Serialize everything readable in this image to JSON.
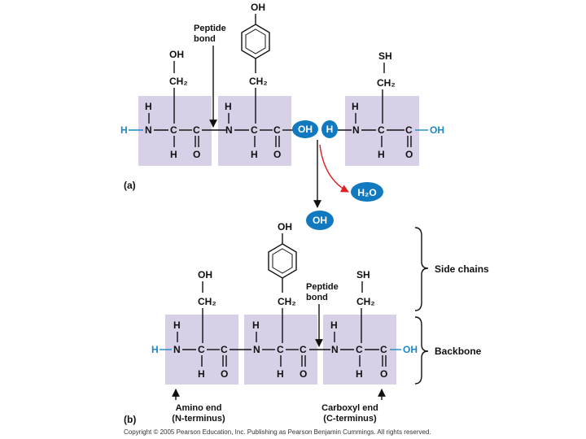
{
  "labels": {
    "part_a": "(a)",
    "part_b": "(b)",
    "peptide_bond_a": [
      "Peptide",
      "bond"
    ],
    "peptide_bond_b": [
      "Peptide",
      "bond"
    ],
    "side_chains": "Side chains",
    "backbone": "Backbone",
    "amino_end": [
      "Amino end",
      "(N-terminus)"
    ],
    "carboxyl_end": [
      "Carboxyl end",
      "(C-terminus)"
    ],
    "water": "H₂O",
    "hydroxyl": "OH",
    "hydrogen": "H",
    "copyright": "Copyright © 2005 Pearson Education, Inc. Publishing as Pearson Benjamin Cummings. All rights reserved."
  },
  "atoms": {
    "H": "H",
    "N": "N",
    "C": "C",
    "O": "O",
    "OH": "OH",
    "SH": "SH",
    "CH2": "CH₂"
  },
  "colors": {
    "backbone_box": "#d8d0e6",
    "ellipse": "#1179c0",
    "blue_text": "#1d88c7",
    "red_arrow": "#e02020"
  }
}
